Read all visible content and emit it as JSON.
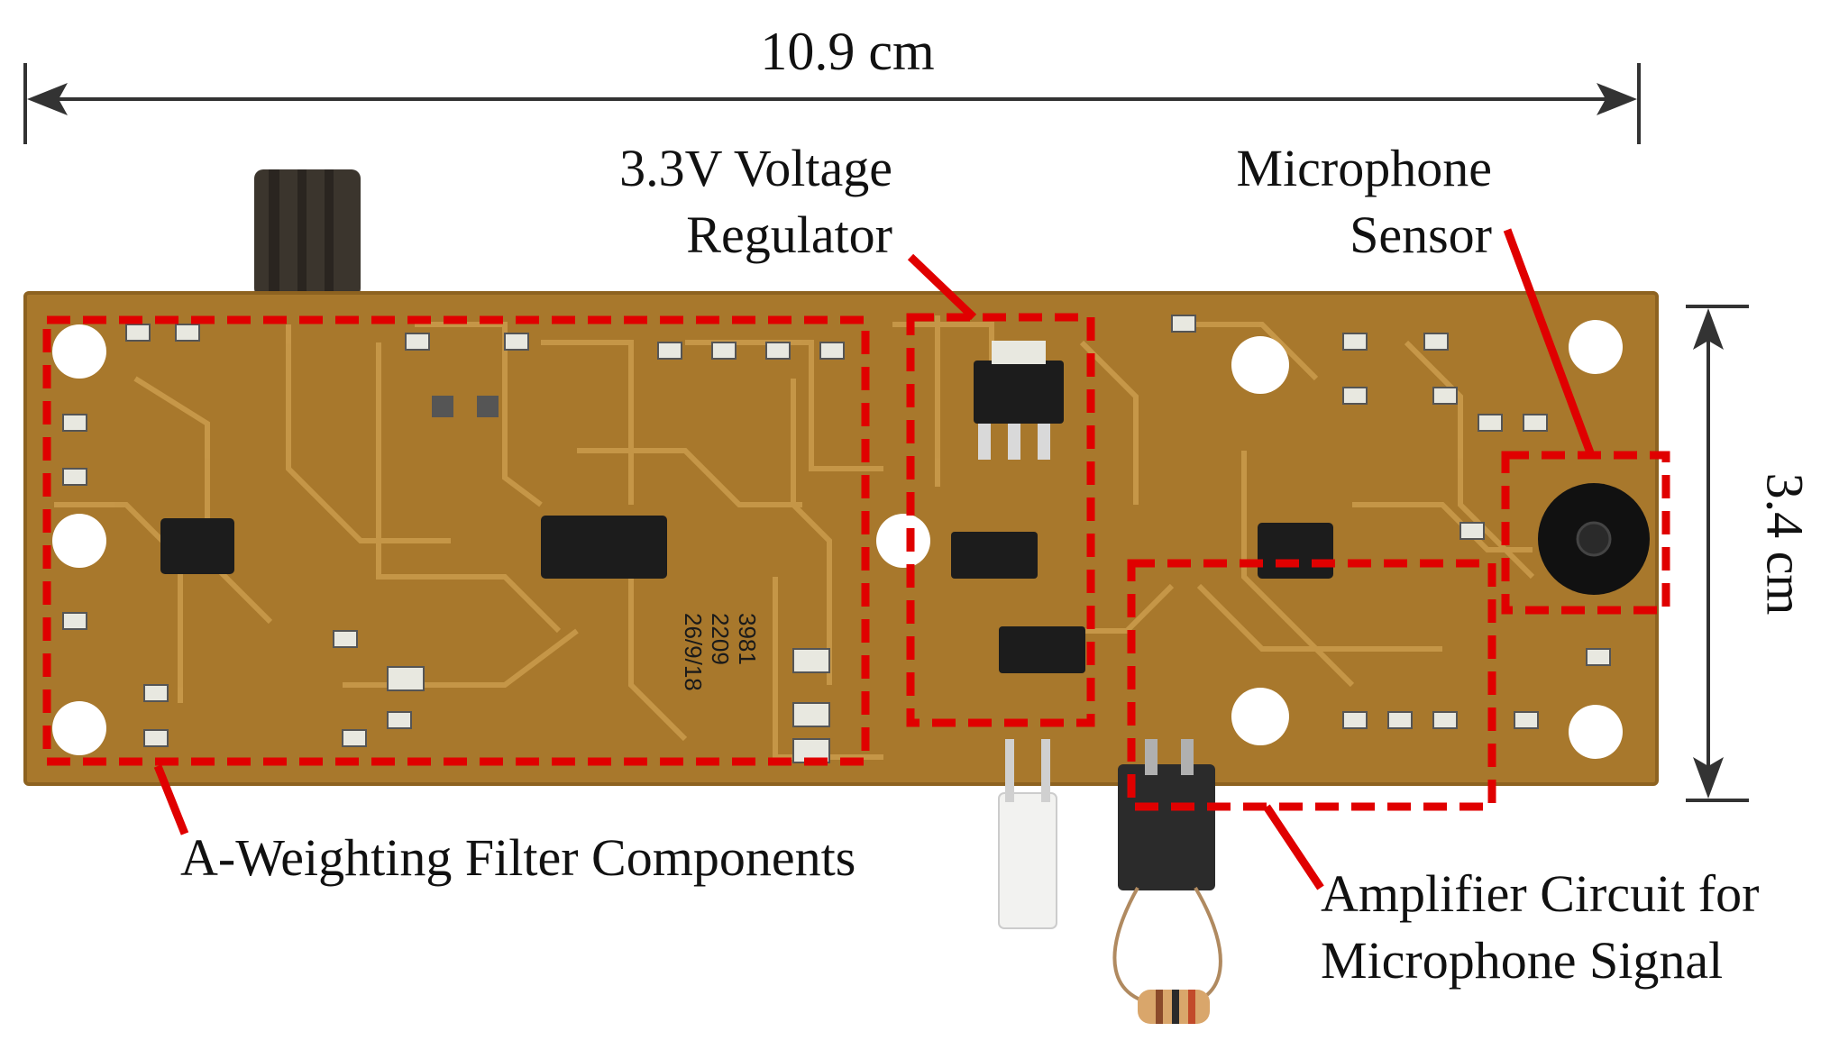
{
  "dimensions": {
    "width_label": "10.9 cm",
    "height_label": "3.4 cm"
  },
  "callouts": {
    "regulator": {
      "line1": "3.3V Voltage",
      "line2": "Regulator"
    },
    "microphone": {
      "line1": "Microphone",
      "line2": "Sensor"
    },
    "filter": {
      "text": "A-Weighting Filter Components"
    },
    "amplifier": {
      "line1": "Amplifier Circuit for",
      "line2": "Microphone Signal"
    }
  },
  "board_silkscreen": [
    "26/9/18",
    "2209",
    "3981"
  ],
  "colors": {
    "board": "#a8782c",
    "board_dark": "#8d6220",
    "trace": "#c99a4b",
    "highlight": "#e00000",
    "chip": "#1c1c1c",
    "pad": "#e8e8e0"
  }
}
